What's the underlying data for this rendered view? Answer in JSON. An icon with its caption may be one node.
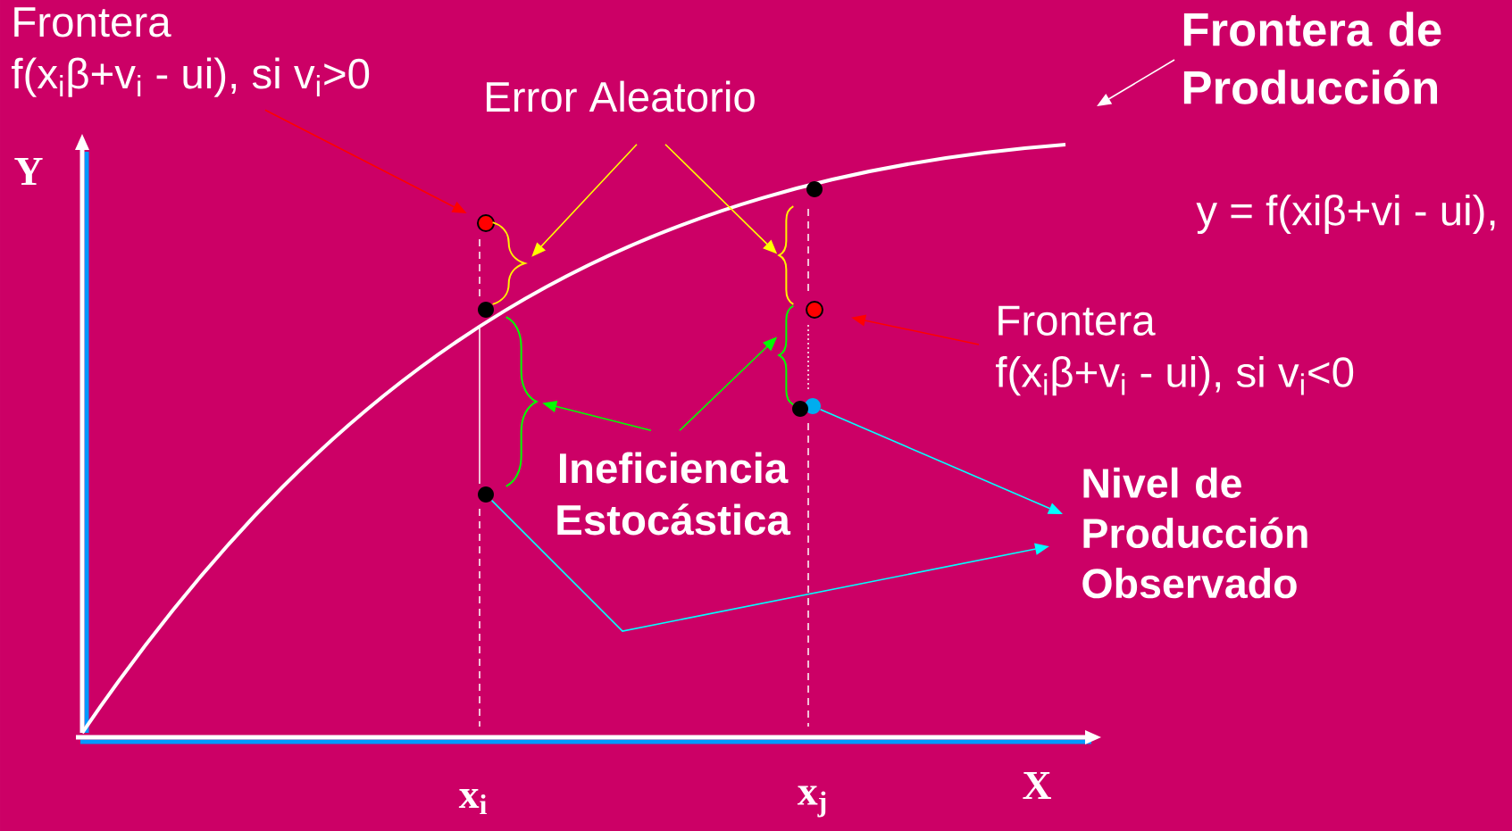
{
  "diagram": {
    "nodes": [
      {
        "text": [
          "Frontera",
          "f(x$_{i}$β+v$_{i}$ - ui), si v$_{i}$>0"
        ]
      },
      {
        "text": [
          "Error Aleatorio"
        ]
      },
      {
        "text": [
          "Frontera de Producción"
        ]
      },
      {
        "text": [
          "Frontera",
          "f(x$_{i}$β+v$_{i}$ - ui), si v$_{i}$<0"
        ]
      },
      {
        "text": [
          "Ineficiencia Estocástica"
        ]
      },
      {
        "text": [
          "Nivel de Producción Observado"
        ]
      },
      {
        "text": [],
        "shape": "circle"
      },
      {
        "text": [],
        "shape": "brace"
      },
      {
        "text": [],
        "shape": "circle"
      },
      {
        "text": [],
        "shape": "brace"
      },
      {
        "text": [],
        "shape": "circle"
      },
      {
        "text": [],
        "shape": "brace"
      },
      {
        "text": [],
        "shape": "brace"
      },
      {
        "text": [],
        "shape": "circle"
      },
      {
        "text": [],
        "shape": "circle"
      },
      {
        "text": [],
        "shape": "circle"
      },
      {
        "text": [],
        "shape": "circle"
      }
    ],
    "edges": [
      {
        "from": 0,
        "to": 6,
        "arrow": "to",
        "color": "#ff0000"
      },
      {
        "from": 1,
        "to": 7,
        "arrow": "to",
        "color": "#ffff00"
      },
      {
        "from": 1,
        "to": 11,
        "arrow": "to",
        "color": "#ffff00"
      },
      {
        "from": 2,
        "to": null,
        "arrow": "to",
        "color": "#ffffff"
      },
      {
        "from": 3,
        "to": 14,
        "arrow": "to",
        "color": "#ff0000"
      },
      {
        "from": 4,
        "to": 9,
        "arrow": "to",
        "color": "#00ff00"
      },
      {
        "from": 4,
        "to": 12,
        "arrow": "to",
        "color": "#00ff00"
      },
      {
        "from": 16,
        "to": 5,
        "arrow": "to",
        "color": "#00ffff"
      },
      {
        "from": 10,
        "to": 5,
        "arrow": "to",
        "color": "#00ffff"
      }
    ],
    "labels": [
      "Y",
      "y = f(xiβ+vi - ui),",
      "X",
      "x$_{i}$",
      "x$_{j}$"
    ]
  }
}
